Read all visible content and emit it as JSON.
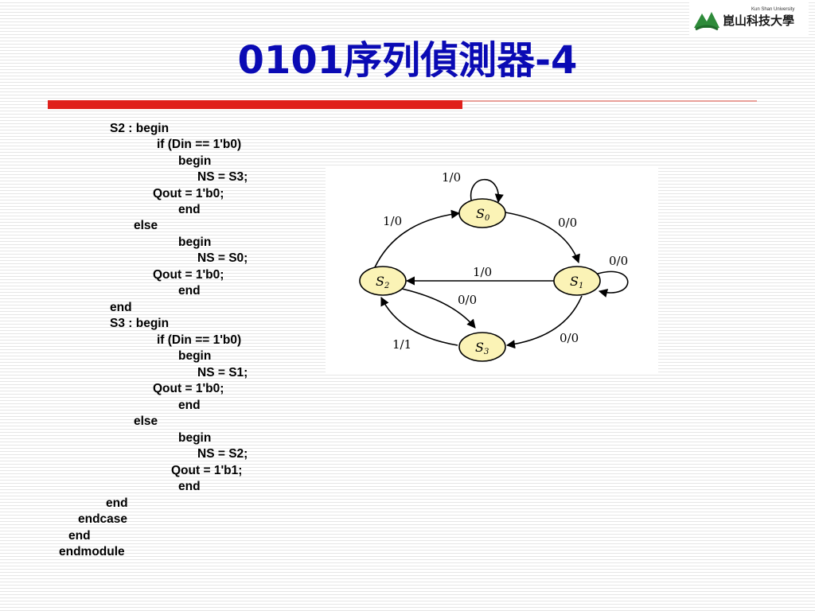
{
  "header": {
    "title": "0101序列偵測器-4",
    "logo": {
      "name_cn": "崑山科技大學",
      "name_en": "Kun Shan University"
    }
  },
  "code": {
    "lines": [
      "S2 : begin",
      "if (Din == 1'b0)",
      "begin",
      "NS = S3;",
      "Qout = 1'b0;",
      "end",
      "else",
      "begin",
      "NS = S0;",
      "Qout = 1'b0;",
      "end",
      "end",
      "S3 : begin",
      "if (Din == 1'b0)",
      "begin",
      "NS = S1;",
      "Qout = 1'b0;",
      "end",
      "else",
      "begin",
      "NS = S2;",
      "Qout = 1'b1;",
      "end",
      "end",
      "endcase",
      "end",
      "endmodule"
    ]
  },
  "diagram": {
    "states": [
      {
        "id": "S0",
        "label": "S",
        "sub": "0"
      },
      {
        "id": "S1",
        "label": "S",
        "sub": "1"
      },
      {
        "id": "S2",
        "label": "S",
        "sub": "2"
      },
      {
        "id": "S3",
        "label": "S",
        "sub": "3"
      }
    ],
    "transitions": [
      {
        "from": "S0",
        "to": "S0",
        "label": "1/0"
      },
      {
        "from": "S0",
        "to": "S1",
        "label": "0/0"
      },
      {
        "from": "S1",
        "to": "S1",
        "label": "0/0"
      },
      {
        "from": "S1",
        "to": "S2",
        "label": "1/0"
      },
      {
        "from": "S1",
        "to": "S3",
        "label": "0/0"
      },
      {
        "from": "S2",
        "to": "S0",
        "label": "1/0"
      },
      {
        "from": "S2",
        "to": "S3",
        "label": "0/0"
      },
      {
        "from": "S3",
        "to": "S2",
        "label": "1/1"
      }
    ],
    "colors": {
      "state_fill": "#fbf3b6",
      "stroke": "#000000"
    }
  }
}
